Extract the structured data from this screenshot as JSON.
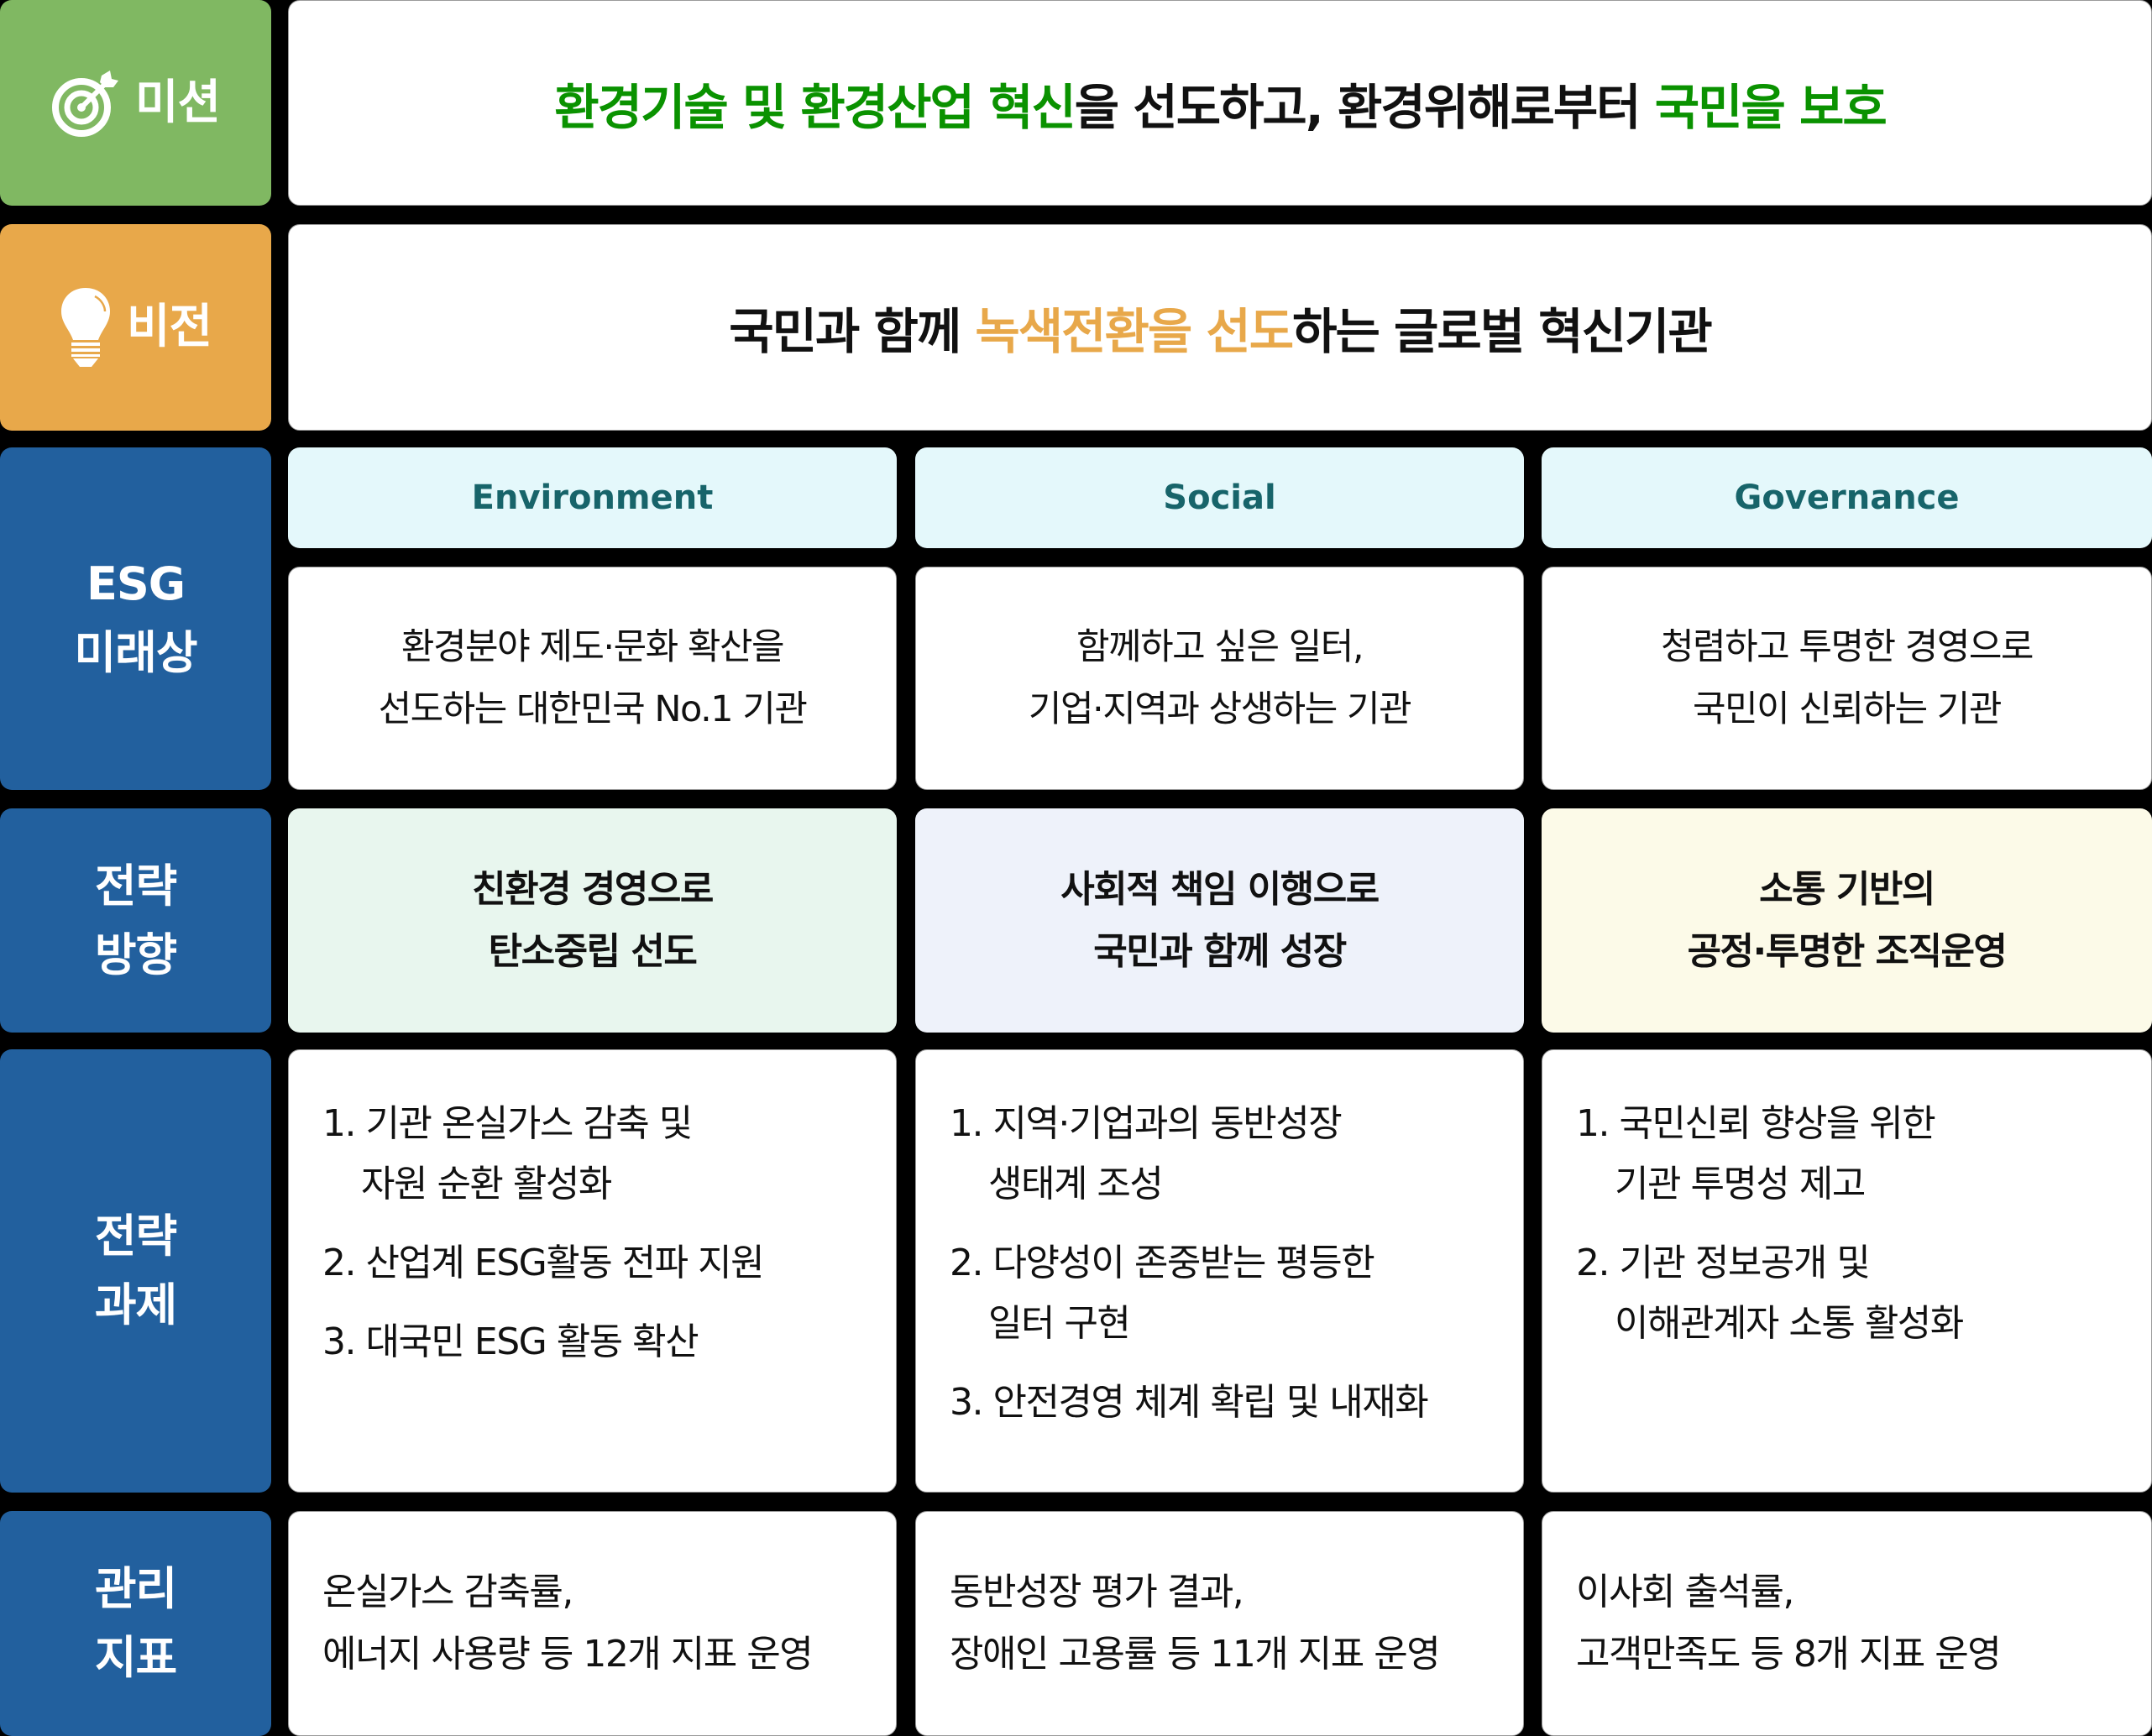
{
  "colors": {
    "mission_bg": "#80b862",
    "vision_bg": "#e8a84a",
    "label_bg": "#22609e",
    "mission_highlight": "#0a9200",
    "vision_highlight": "#e8a84a",
    "esg_header_bg": "#e4f8fb",
    "esg_header_text": "#17646a",
    "direction_env_bg": "#e8f6ee",
    "direction_social_bg": "#eef2fa",
    "direction_gov_bg": "#fcfae8"
  },
  "mission": {
    "label": "미션",
    "icon": "target-arrow-icon",
    "segments": [
      {
        "text": "환경기술 및 환경산업 혁신",
        "highlight": true
      },
      {
        "text": "을 선도하고, 환경위해로부터 ",
        "highlight": false
      },
      {
        "text": "국민을 보호",
        "highlight": true
      }
    ]
  },
  "vision": {
    "label": "비전",
    "icon": "lightbulb-icon",
    "segments": [
      {
        "text": "국민과 함께 ",
        "highlight": false
      },
      {
        "text": "녹색전환을 선도",
        "highlight": true
      },
      {
        "text": "하는 글로벌 혁신기관",
        "highlight": false
      }
    ]
  },
  "rows": {
    "esg_future": {
      "label_lines": [
        "ESG",
        "미래상"
      ]
    },
    "direction": {
      "label_lines": [
        "전략",
        "방향"
      ]
    },
    "tasks": {
      "label_lines": [
        "전략",
        "과제"
      ]
    },
    "kpi": {
      "label_lines": [
        "관리",
        "지표"
      ]
    }
  },
  "columns": [
    {
      "header": "Environment",
      "future": [
        "환경분야 제도·문화 확산을",
        "선도하는 대한민국 No.1 기관"
      ],
      "direction": [
        "친환경 경영으로",
        "탄소중립 선도"
      ],
      "tasks": [
        {
          "lines": [
            "1. 기관 온실가스 감축 및",
            "자원 순환 활성화"
          ]
        },
        {
          "lines": [
            "2. 산업계 ESG활동 전파 지원"
          ]
        },
        {
          "lines": [
            "3. 대국민 ESG 활동 확산"
          ]
        }
      ],
      "kpi": [
        "온실가스 감축률,",
        "에너지 사용량 등 12개 지표 운영"
      ]
    },
    {
      "header": "Social",
      "future": [
        "함께하고 싶은 일터,",
        "기업·지역과 상생하는 기관"
      ],
      "direction": [
        "사회적 책임 이행으로",
        "국민과 함께 성장"
      ],
      "tasks": [
        {
          "lines": [
            "1. 지역·기업과의 동반성장",
            "생태계 조성"
          ]
        },
        {
          "lines": [
            "2. 다양성이 존중받는 평등한",
            "일터 구현"
          ]
        },
        {
          "lines": [
            "3. 안전경영 체계 확립 및 내재화"
          ]
        }
      ],
      "kpi": [
        "동반성장 평가 결과,",
        "장애인 고용률 등 11개 지표 운영"
      ]
    },
    {
      "header": "Governance",
      "future": [
        "청렴하고 투명한 경영으로",
        "국민이 신뢰하는 기관"
      ],
      "direction": [
        "소통 기반의",
        "공정·투명한 조직운영"
      ],
      "tasks": [
        {
          "lines": [
            "1. 국민신뢰 향상을 위한",
            "기관 투명성 제고"
          ]
        },
        {
          "lines": [
            "2. 기관 정보공개 및",
            "이해관계자 소통 활성화"
          ]
        }
      ],
      "kpi": [
        "이사회 출석률,",
        "고객만족도 등 8개 지표 운영"
      ]
    }
  ]
}
